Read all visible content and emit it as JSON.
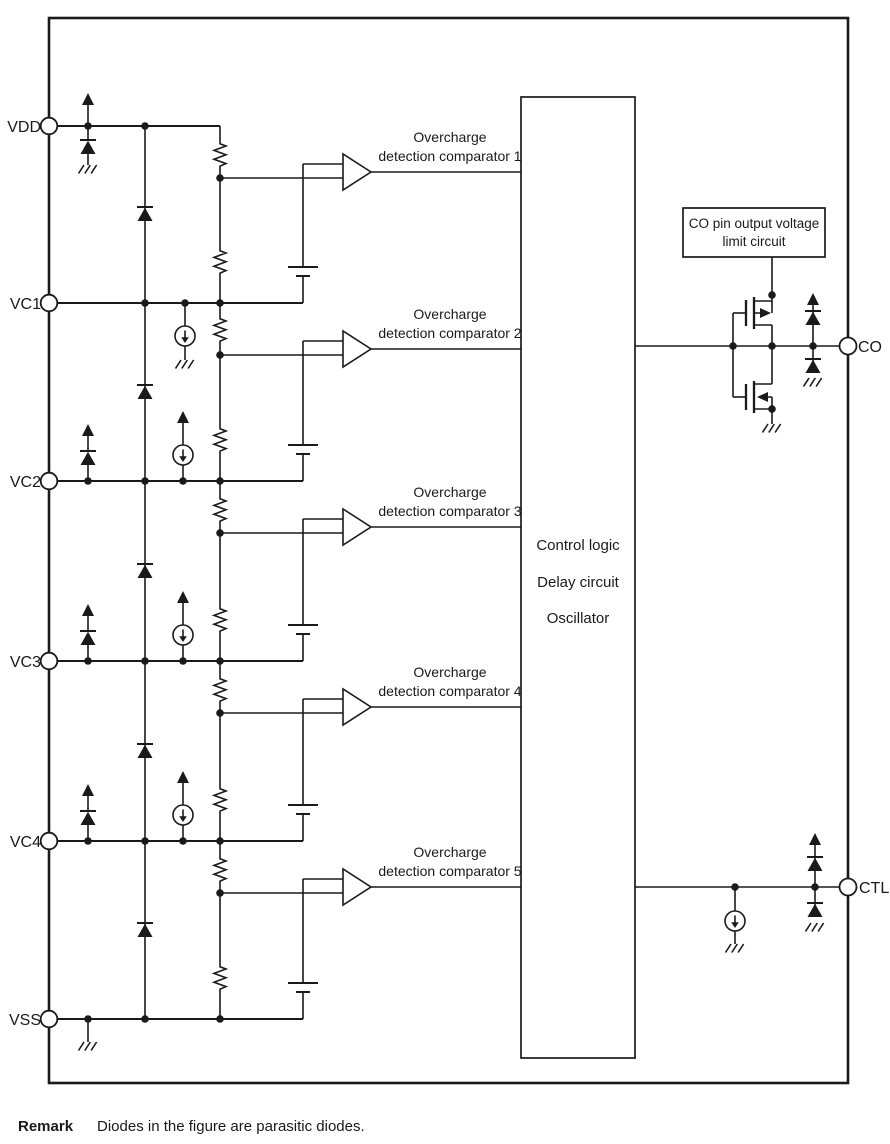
{
  "colors": {
    "line": "#1a1a1a",
    "background": "#ffffff"
  },
  "pins": {
    "vdd": "VDD",
    "vc1": "VC1",
    "vc2": "VC2",
    "vc3": "VC3",
    "vc4": "VC4",
    "vss": "VSS",
    "co": "CO",
    "ctl": "CTL"
  },
  "comparators": [
    {
      "line1": "Overcharge",
      "line2": "detection comparator 1"
    },
    {
      "line1": "Overcharge",
      "line2": "detection comparator 2"
    },
    {
      "line1": "Overcharge",
      "line2": "detection comparator 3"
    },
    {
      "line1": "Overcharge",
      "line2": "detection comparator 4"
    },
    {
      "line1": "Overcharge",
      "line2": "detection comparator 5"
    }
  ],
  "control_block": {
    "line1": "Control logic",
    "line2": "Delay circuit",
    "line3": "Oscillator"
  },
  "limit_block": {
    "line1": "CO pin output voltage",
    "line2": "limit circuit"
  },
  "remark": {
    "label": "Remark",
    "text": "Diodes in the figure are parasitic diodes."
  }
}
